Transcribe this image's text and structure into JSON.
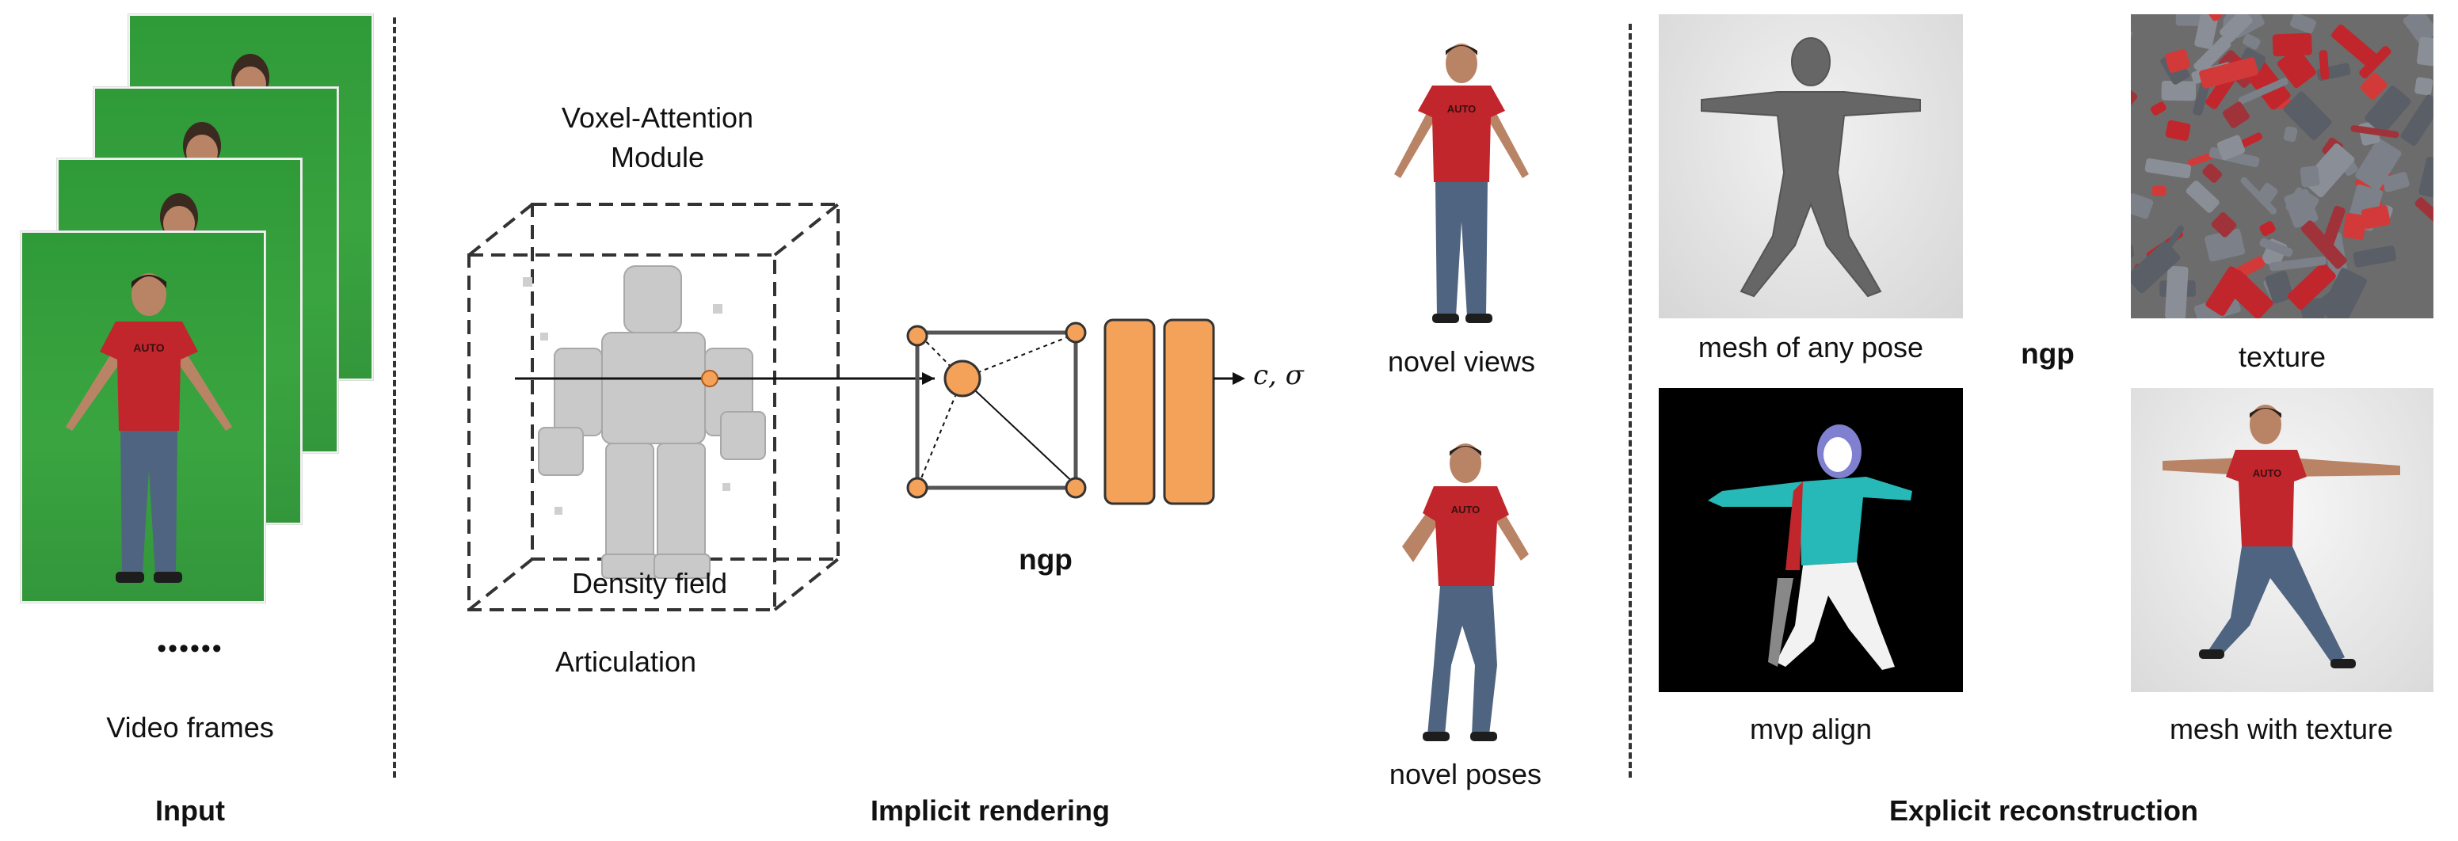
{
  "input": {
    "ellipsis": "••••••",
    "caption": "Video frames",
    "section_title": "Input"
  },
  "implicit": {
    "module_title_line1": "Voxel-Attention",
    "module_title_line2": "Module",
    "density_field": "Density field",
    "articulation": "Articulation",
    "ngp": "ngp",
    "output_symbol": "c, σ",
    "section_title": "Implicit rendering"
  },
  "views": {
    "novel_views": "novel views",
    "novel_poses": "novel poses"
  },
  "explicit": {
    "mesh_any_pose": "mesh of any pose",
    "ngp": "ngp",
    "texture": "texture",
    "mvp_align": "mvp align",
    "mesh_with_texture": "mesh with texture",
    "section_title": "Explicit reconstruction"
  },
  "colors": {
    "orange": "#f4a15a",
    "green_screen": "#3aa540",
    "shirt_red": "#c0262b",
    "jeans": "#4f6480"
  }
}
